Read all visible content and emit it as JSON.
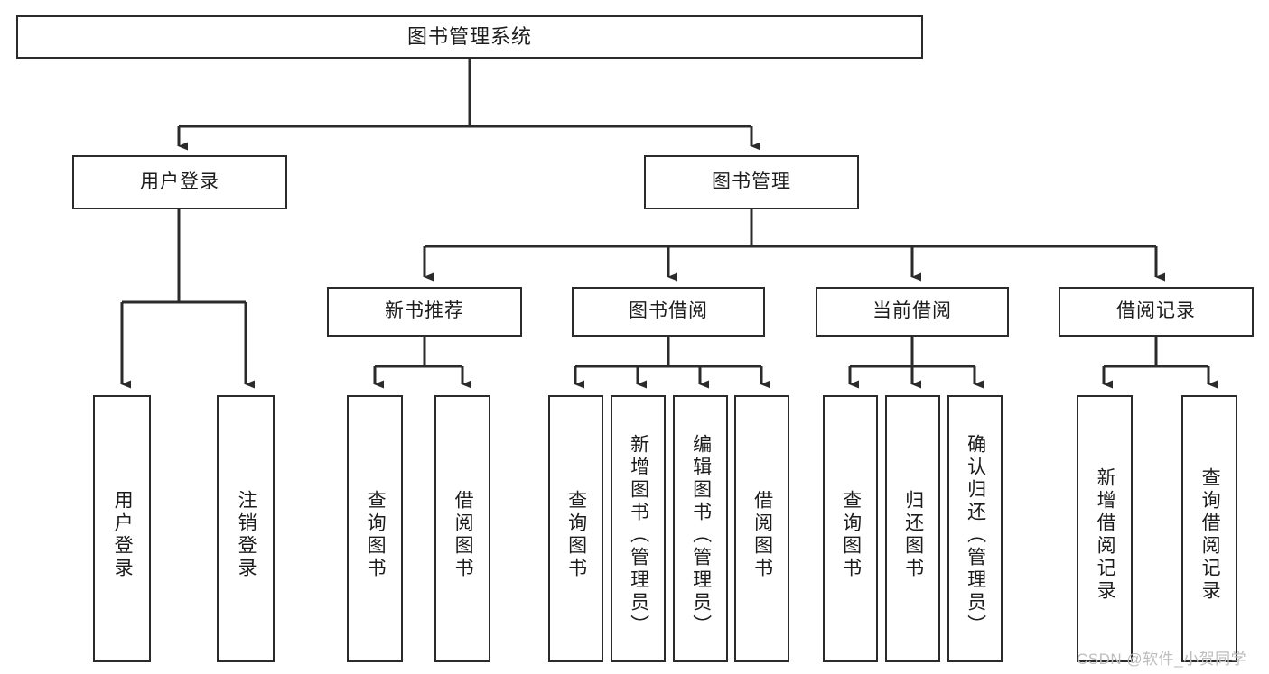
{
  "diagram": {
    "title": "图书管理系统",
    "type": "tree-hierarchy-diagram",
    "colors": {
      "box_border": "#2b2b2b",
      "box_fill": "#ffffff",
      "edge": "#2b2b2b",
      "text": "#1c1c1c",
      "watermark": "#bdbdbd",
      "background": "#ffffff"
    }
  },
  "root": {
    "label": "图书管理系统"
  },
  "level2": [
    {
      "label": "用户登录"
    },
    {
      "label": "图书管理"
    }
  ],
  "level3": [
    {
      "label": "新书推荐"
    },
    {
      "label": "图书借阅"
    },
    {
      "label": "当前借阅"
    },
    {
      "label": "借阅记录"
    }
  ],
  "leaves": {
    "user_login": [
      {
        "label": "用户登录"
      },
      {
        "label": "注销登录"
      }
    ],
    "new_book_recommend": [
      {
        "label": "查询图书"
      },
      {
        "label": "借阅图书"
      }
    ],
    "book_borrow": [
      {
        "label": "查询图书"
      },
      {
        "label": "新增图书（管理员）"
      },
      {
        "label": "编辑图书（管理员）"
      },
      {
        "label": "借阅图书"
      }
    ],
    "current_borrow": [
      {
        "label": "查询图书"
      },
      {
        "label": "归还图书"
      },
      {
        "label": "确认归还（管理员）"
      }
    ],
    "borrow_record": [
      {
        "label": "新增借阅记录"
      },
      {
        "label": "查询借阅记录"
      }
    ]
  },
  "watermark": {
    "text": "CSDN @软件_小贺同学"
  }
}
